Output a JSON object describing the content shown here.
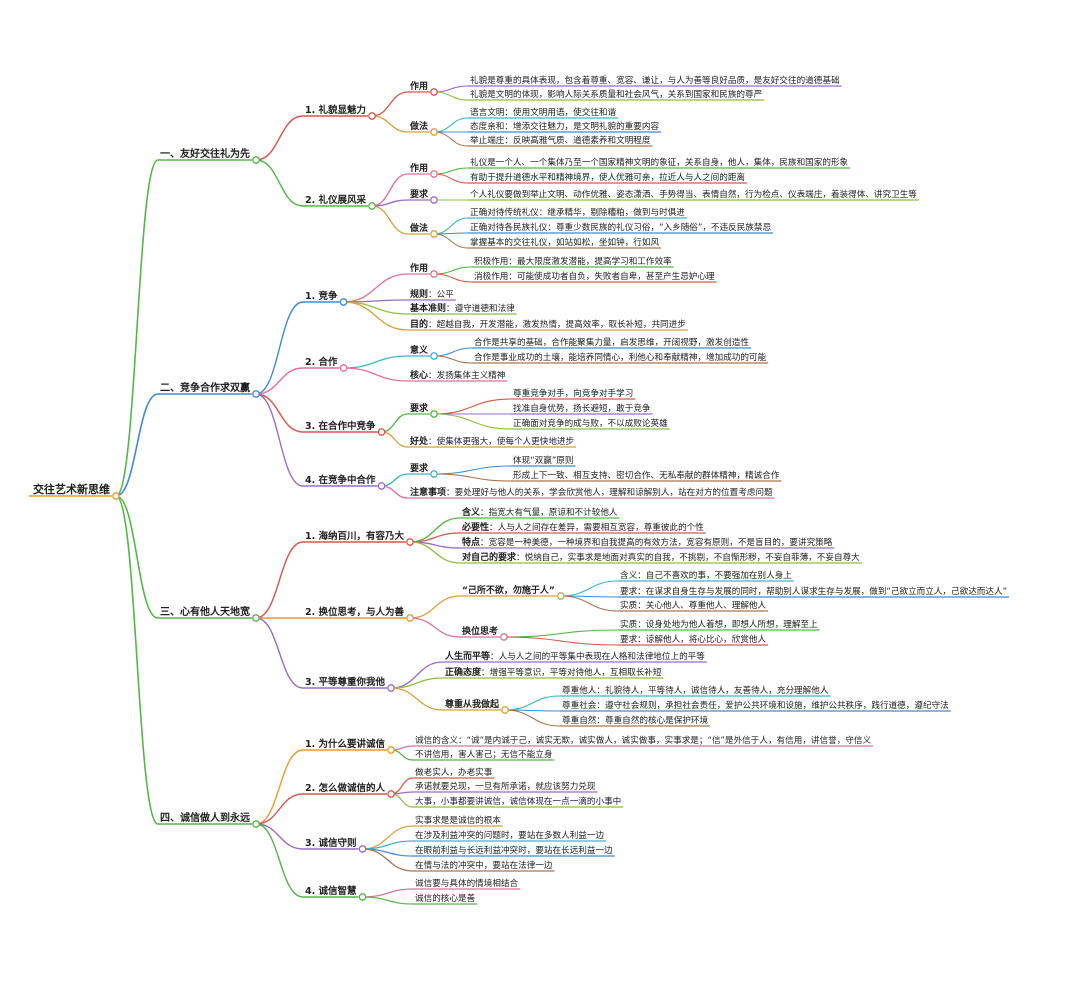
{
  "colors": {
    "green": "#55b649",
    "blue": "#3d8bd8",
    "orange": "#ef9a2e",
    "red": "#d9574a",
    "purple": "#9b6bc7",
    "pink": "#e56f9a",
    "teal": "#39b7c7",
    "olive": "#8cbf3f",
    "brown": "#a9774a",
    "gold": "#d8a23a"
  },
  "root": "交往艺术新思维",
  "sections": [
    {
      "title": "一、友好交往礼为先",
      "subs": [
        {
          "title": "1. 礼貌显魅力",
          "cats": [
            {
              "label": "作用",
              "items": [
                "礼貌是尊重的具体表现，包含着尊重、宽容、谦让，与人为善等良好品质，是友好交往的道德基础",
                "礼貌是文明的体现，影响人际关系质量和社会风气，关系到国家和民族的尊严"
              ]
            },
            {
              "label": "做法",
              "items": [
                "语言文明：使用文明用语，使交往和谐",
                "态度亲和：增添交往魅力，是文明礼貌的重要内容",
                "举止端庄：反映高雅气质、道德素养和文明程度"
              ]
            }
          ]
        },
        {
          "title": "2. 礼仪展风采",
          "cats": [
            {
              "label": "作用",
              "items": [
                "礼仪是一个人、一个集体乃至一个国家精神文明的象征，关系自身，他人，集体，民族和国家的形象",
                "有助于提升道德水平和精神境界，使人优雅可亲，拉近人与人之间的距离"
              ]
            },
            {
              "label": "要求",
              "items": [
                "个人礼仪要做到举止文明、动作优雅、姿态潇洒、手势得当、表情自然，行为检点、仪表端庄，着装得体、讲究卫生等"
              ]
            },
            {
              "label": "做法",
              "items": [
                "正确对待传统礼仪：继承精华，剔除糟粕，做到与时俱进",
                "正确对待各民族礼仪：尊重少数民族的礼仪习俗，“入乡随俗”，不违反民族禁忌",
                "掌握基本的交往礼仪，如站如松，坐如钟，行如风"
              ]
            }
          ]
        }
      ]
    },
    {
      "title": "二、竞争合作求双赢",
      "subs": [
        {
          "title": "1. 竞争",
          "cats": [
            {
              "label": "作用",
              "items": [
                "积极作用：最大限度激发潜能，提高学习和工作效率",
                "消极作用：可能使成功者自负，失败者自卑，甚至产生忌妒心理"
              ]
            },
            {
              "label": "规则",
              "text": "公平"
            },
            {
              "label": "基本准则",
              "text": "遵守道德和法律"
            },
            {
              "label": "目的",
              "text": "超越自我，开发潜能，激发热情，提高效率，取长补短，共同进步"
            }
          ]
        },
        {
          "title": "2. 合作",
          "cats": [
            {
              "label": "意义",
              "items": [
                "合作是共享的基础，合作能聚集力量，启发思维，开阔视野，激发创造性",
                "合作是事业成功的土壤，能培养同情心，利他心和奉献精神，增加成功的可能"
              ]
            },
            {
              "label": "核心",
              "text": "发扬集体主义精神"
            }
          ]
        },
        {
          "title": "3. 在合作中竞争",
          "cats": [
            {
              "label": "要求",
              "items": [
                "尊重竞争对手，向竞争对手学习",
                "找准自身优势，扬长避短，敢于竞争",
                "正确面对竞争的成与败，不以成败论英雄"
              ]
            },
            {
              "label": "好处",
              "text": "使集体更强大，使每个人更快地进步"
            }
          ]
        },
        {
          "title": "4. 在竞争中合作",
          "cats": [
            {
              "label": "要求",
              "items": [
                "体现“双赢”原则",
                "形成上下一致、相互支持、密切合作、无私奉献的群体精神，精诚合作"
              ]
            },
            {
              "label": "注意事项",
              "text": "要处理好与他人的关系，学会欣赏他人，理解和谅解别人，站在对方的位置考虑问题"
            }
          ]
        }
      ]
    },
    {
      "title": "三、心有他人天地宽",
      "subs": [
        {
          "title": "1. 海纳百川，有容乃大",
          "cats": [
            {
              "label": "含义",
              "text": "指宽大有气量，原谅和不计较他人"
            },
            {
              "label": "必要性",
              "text": "人与人之间存在差异，需要相互宽容，尊重彼此的个性"
            },
            {
              "label": "特点",
              "text": "宽容是一种美德，一种境界和自我提高的有效方法，宽容有原则，不是盲目的，要讲究策略"
            },
            {
              "label": "对自己的要求",
              "text": "悦纳自己，实事求是地面对真实的自我，不挑剔，不自惭形秽，不妄自菲薄，不妄自尊大"
            }
          ]
        },
        {
          "title": "2. 换位思考，与人为善",
          "cats": [
            {
              "label": "“己所不欲，勿施于人”",
              "items": [
                "含义：自己不喜欢的事，不要强加在别人身上",
                "要求：在谋求自身生存与发展的同时，帮助别人谋求生存与发展，做到“己欲立而立人，己欲达而达人”",
                "实质：关心他人、尊重他人、理解他人"
              ]
            },
            {
              "label": "换位思考",
              "items": [
                "实质：设身处地为他人着想，即想人所想，理解至上",
                "要求：谅解他人，将心比心，欣赏他人"
              ]
            }
          ]
        },
        {
          "title": "3. 平等尊重你我他",
          "cats": [
            {
              "label": "人生而平等",
              "text": "人与人之间的平等集中表现在人格和法律地位上的平等"
            },
            {
              "label": "正确态度",
              "text": "增强平等意识，平等对待他人，互相取长补短"
            },
            {
              "label": "尊重从我做起",
              "items": [
                "尊重他人：礼貌待人，平等待人，诚信待人，友善待人，充分理解他人",
                "尊重社会：遵守社会规则，承担社会责任，爱护公共环境和设施，维护公共秩序，践行道德，遵纪守法",
                "尊重自然：尊重自然的核心是保护环境"
              ]
            }
          ]
        }
      ]
    },
    {
      "title": "四、诚信做人到永远",
      "subs": [
        {
          "title": "1. 为什么要讲诚信",
          "items": [
            "诚信的含义：“诚”是内诚于己，诚实无欺，诚实做人，诚实做事，实事求是；“信”是外信于人，有信用，讲信誉，守信义",
            "不讲信用，害人害己；无信不能立身"
          ]
        },
        {
          "title": "2. 怎么做诚信的人",
          "items": [
            "做老实人，办老实事",
            "承诺就要兑现，一旦有所承诺，就应该努力兑现",
            "大事，小事都要讲诚信，诚信体现在一点一滴的小事中"
          ]
        },
        {
          "title": "3. 诚信守则",
          "items": [
            "实事求是是诚信的根本",
            "在涉及利益冲突的问题时，要站在多数人利益一边",
            "在眼前利益与长远利益冲突时，要站在长远利益一边",
            "在情与法的冲突中，要站在法律一边"
          ]
        },
        {
          "title": "4. 诚信智慧",
          "items": [
            "诚信要与具体的情境相结合",
            "诚信的核心是善"
          ]
        }
      ]
    }
  ]
}
